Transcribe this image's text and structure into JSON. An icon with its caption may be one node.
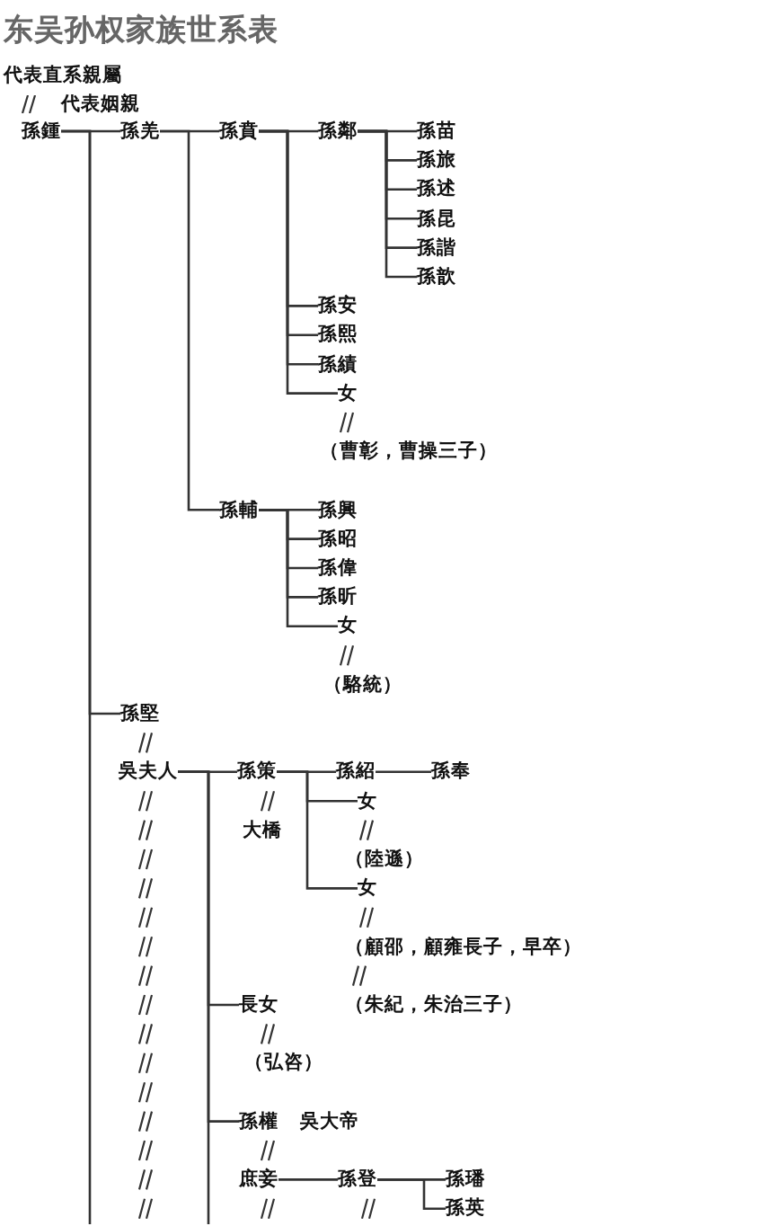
{
  "diagram": {
    "title": "东吴孙权家族世系表",
    "nodes": [
      {
        "text": [
          "孫鍾"
        ]
      },
      {
        "text": [
          "孫羌"
        ]
      },
      {
        "text": [
          "孫賁"
        ]
      },
      {
        "text": [
          "孫鄰"
        ]
      },
      {
        "text": [
          "孫苗"
        ]
      },
      {
        "text": [
          "孫旅"
        ]
      },
      {
        "text": [
          "孫述"
        ]
      },
      {
        "text": [
          "孫昆"
        ]
      },
      {
        "text": [
          "孫諧"
        ]
      },
      {
        "text": [
          "孫歆"
        ]
      },
      {
        "text": [
          "孫安"
        ]
      },
      {
        "text": [
          "孫熙"
        ]
      },
      {
        "text": [
          "孫績"
        ]
      },
      {
        "text": [
          "女"
        ]
      },
      {
        "text": [
          "（曹彰，曹操三子）"
        ]
      },
      {
        "text": [
          "孫輔"
        ]
      },
      {
        "text": [
          "孫興"
        ]
      },
      {
        "text": [
          "孫昭"
        ]
      },
      {
        "text": [
          "孫偉"
        ]
      },
      {
        "text": [
          "孫昕"
        ]
      },
      {
        "text": [
          "女"
        ]
      },
      {
        "text": [
          "（駱統）"
        ]
      },
      {
        "text": [
          "孫堅"
        ]
      },
      {
        "text": [
          "吳夫人"
        ]
      },
      {
        "text": [
          "孫策"
        ]
      },
      {
        "text": [
          "孫紹"
        ]
      },
      {
        "text": [
          "孫奉"
        ]
      },
      {
        "text": [
          "女"
        ]
      },
      {
        "text": [
          "大橋"
        ]
      },
      {
        "text": [
          "（陸遜）"
        ]
      },
      {
        "text": [
          "女"
        ]
      },
      {
        "text": [
          "（顧邵，顧雍長子，早卒）"
        ]
      },
      {
        "text": [
          "長女"
        ]
      },
      {
        "text": [
          "（朱紀，朱治三子）"
        ]
      },
      {
        "text": [
          "（弘咨）"
        ]
      },
      {
        "text": [
          "孫權"
        ],
        "beside": [
          "吳大帝"
        ]
      },
      {
        "text": [
          "庶妾"
        ]
      },
      {
        "text": [
          "孫登"
        ]
      },
      {
        "text": [
          "孫璠"
        ]
      },
      {
        "text": [
          "孫英"
        ]
      }
    ],
    "edges": [
      {
        "from": 0,
        "to": 1,
        "arrow": "none"
      },
      {
        "from": 0,
        "to": 22,
        "arrow": "none"
      },
      {
        "from": 0,
        "to": null,
        "arrow": "none"
      },
      {
        "from": 1,
        "to": 2,
        "arrow": "none"
      },
      {
        "from": 1,
        "to": 15,
        "arrow": "none"
      },
      {
        "from": 2,
        "to": 3,
        "arrow": "none"
      },
      {
        "from": 2,
        "to": 10,
        "arrow": "none"
      },
      {
        "from": 2,
        "to": 11,
        "arrow": "none"
      },
      {
        "from": 2,
        "to": 12,
        "arrow": "none"
      },
      {
        "from": 2,
        "to": 13,
        "arrow": "none"
      },
      {
        "from": 3,
        "to": 4,
        "arrow": "none"
      },
      {
        "from": 3,
        "to": 5,
        "arrow": "none"
      },
      {
        "from": 3,
        "to": 6,
        "arrow": "none"
      },
      {
        "from": 3,
        "to": 7,
        "arrow": "none"
      },
      {
        "from": 3,
        "to": 8,
        "arrow": "none"
      },
      {
        "from": 3,
        "to": 9,
        "arrow": "none"
      },
      {
        "from": 13,
        "to": 14,
        "arrow": "none"
      },
      {
        "from": 15,
        "to": 16,
        "arrow": "none"
      },
      {
        "from": 15,
        "to": 17,
        "arrow": "none"
      },
      {
        "from": 15,
        "to": 18,
        "arrow": "none"
      },
      {
        "from": 15,
        "to": 19,
        "arrow": "none"
      },
      {
        "from": 15,
        "to": 20,
        "arrow": "none"
      },
      {
        "from": 20,
        "to": 21,
        "arrow": "none"
      },
      {
        "from": 22,
        "to": 23,
        "arrow": "none"
      },
      {
        "from": 23,
        "to": 24,
        "arrow": "none"
      },
      {
        "from": 23,
        "to": 32,
        "arrow": "none"
      },
      {
        "from": 23,
        "to": 35,
        "arrow": "none"
      },
      {
        "from": 23,
        "to": null,
        "arrow": "none"
      },
      {
        "from": 23,
        "to": null,
        "arrow": "none"
      },
      {
        "from": 24,
        "to": 28,
        "arrow": "none"
      },
      {
        "from": 24,
        "to": 25,
        "arrow": "none"
      },
      {
        "from": 24,
        "to": 27,
        "arrow": "none"
      },
      {
        "from": 24,
        "to": 30,
        "arrow": "none"
      },
      {
        "from": 25,
        "to": 26,
        "arrow": "none"
      },
      {
        "from": 27,
        "to": 29,
        "arrow": "none"
      },
      {
        "from": 30,
        "to": 31,
        "arrow": "none"
      },
      {
        "from": 31,
        "to": 33,
        "arrow": "none"
      },
      {
        "from": 32,
        "to": 34,
        "arrow": "none"
      },
      {
        "from": 35,
        "to": 36,
        "arrow": "none"
      },
      {
        "from": 36,
        "to": null,
        "arrow": "none"
      },
      {
        "from": 36,
        "to": 37,
        "arrow": "none"
      },
      {
        "from": 37,
        "to": 38,
        "arrow": "none"
      },
      {
        "from": 37,
        "to": 39,
        "arrow": "none"
      },
      {
        "from": 37,
        "to": null,
        "arrow": "none"
      }
    ],
    "labels": [
      "代表直系親屬"
    ],
    "legend": [
      {
        "text": "代表姻親"
      }
    ]
  }
}
